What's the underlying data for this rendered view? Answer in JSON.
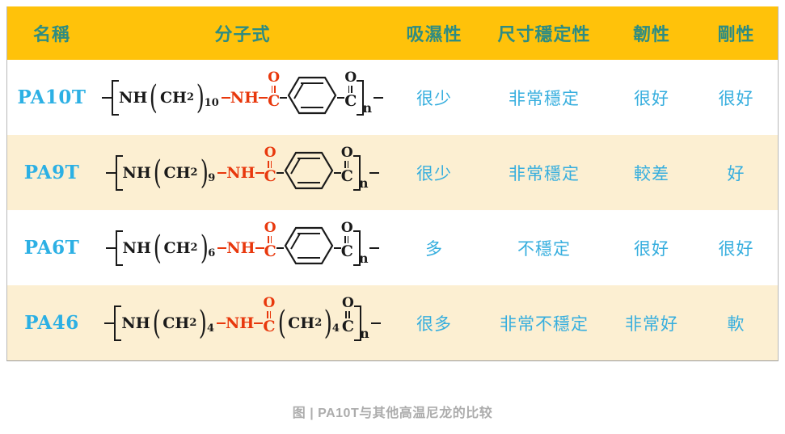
{
  "table": {
    "headers": {
      "name": "名稱",
      "formula": "分子式",
      "moisture": "吸濕性",
      "dimensional": "尺寸穩定性",
      "toughness": "韌性",
      "rigidity": "剛性"
    },
    "rows": [
      {
        "name": "PA10T",
        "moisture": "很少",
        "dimensional": "非常穩定",
        "toughness": "很好",
        "rigidity": "很好",
        "formula": {
          "nh": "NH",
          "ch2": "CH",
          "ch2_sub": "2",
          "repeat_a": "10",
          "amide_nh": "NH",
          "carbonyl_o": "O",
          "carbonyl_c": "C",
          "has_ring": true,
          "tail_ch2": "",
          "tail_sub": "",
          "n": "n"
        }
      },
      {
        "name": "PA9T",
        "moisture": "很少",
        "dimensional": "非常穩定",
        "toughness": "較差",
        "rigidity": "好",
        "formula": {
          "nh": "NH",
          "ch2": "CH",
          "ch2_sub": "2",
          "repeat_a": "9",
          "amide_nh": "NH",
          "carbonyl_o": "O",
          "carbonyl_c": "C",
          "has_ring": true,
          "tail_ch2": "",
          "tail_sub": "",
          "n": "n"
        }
      },
      {
        "name": "PA6T",
        "moisture": "多",
        "dimensional": "不穩定",
        "toughness": "很好",
        "rigidity": "很好",
        "formula": {
          "nh": "NH",
          "ch2": "CH",
          "ch2_sub": "2",
          "repeat_a": "6",
          "amide_nh": "NH",
          "carbonyl_o": "O",
          "carbonyl_c": "C",
          "has_ring": true,
          "tail_ch2": "",
          "tail_sub": "",
          "n": "n"
        }
      },
      {
        "name": "PA46",
        "moisture": "很多",
        "dimensional": "非常不穩定",
        "toughness": "非常好",
        "rigidity": "軟",
        "formula": {
          "nh": "NH",
          "ch2": "CH",
          "ch2_sub": "2",
          "repeat_a": "4",
          "amide_nh": "NH",
          "carbonyl_o": "O",
          "carbonyl_c": "C",
          "has_ring": false,
          "tail_ch2": "CH",
          "tail_sub": "2",
          "tail_repeat": "4",
          "n": "n"
        }
      }
    ]
  },
  "caption": {
    "prefix": "图",
    "divider": "|",
    "text": "PA10T与其他高温尼龙的比较",
    "full": "图 | PA10T与其他高温尼龙的比较"
  },
  "colors": {
    "header_bg": "#FFC20A",
    "header_text": "#2E8C82",
    "cell_text": "#36AEDE",
    "row_alt_bg": "#FCEFD2",
    "row_bg": "#FFFFFF",
    "formula_highlight": "#E8380D",
    "formula_text": "#1A1A1A",
    "caption_text": "#ACACAC"
  }
}
